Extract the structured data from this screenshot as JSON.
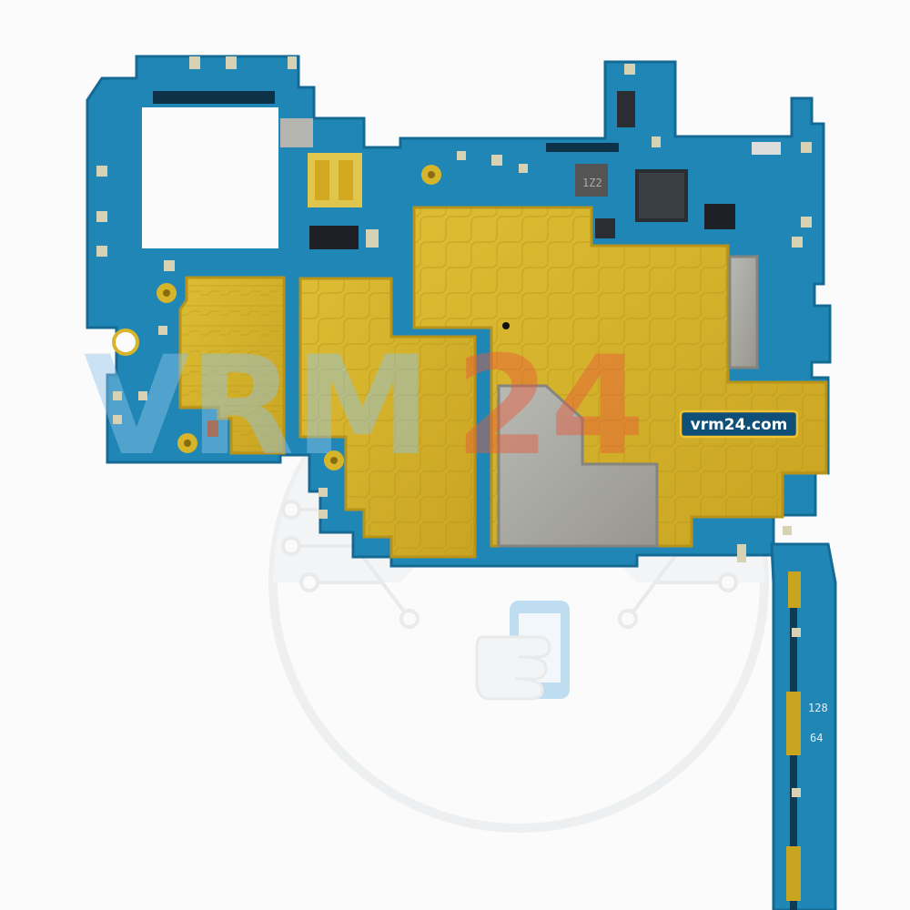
{
  "colors": {
    "background": "#fbfbfb",
    "pcb": "#1f86b5",
    "pcb_dark": "#156a93",
    "pcb_edge": "#2f9ac8",
    "gold_shield": "#d7b52b",
    "gold_dark": "#b8931a",
    "silver_shield": "#a9a9a4",
    "watermark_blue": "#8fc6ea",
    "watermark_red": "#e85a3a",
    "watermark_grey": "#e4e6e8",
    "tag_bg": "#0f4f78",
    "tag_border": "#f2c230",
    "tag_text": "#ffffff"
  },
  "watermark": {
    "text_left": "VRM",
    "text_right": "24",
    "icon": "phone-in-hand-icon"
  },
  "brand_tag": {
    "text": "vrm24.com"
  },
  "silkscreen": {
    "chip_code": "1Z2",
    "flex_label_a": "128",
    "flex_label_b": "64"
  }
}
